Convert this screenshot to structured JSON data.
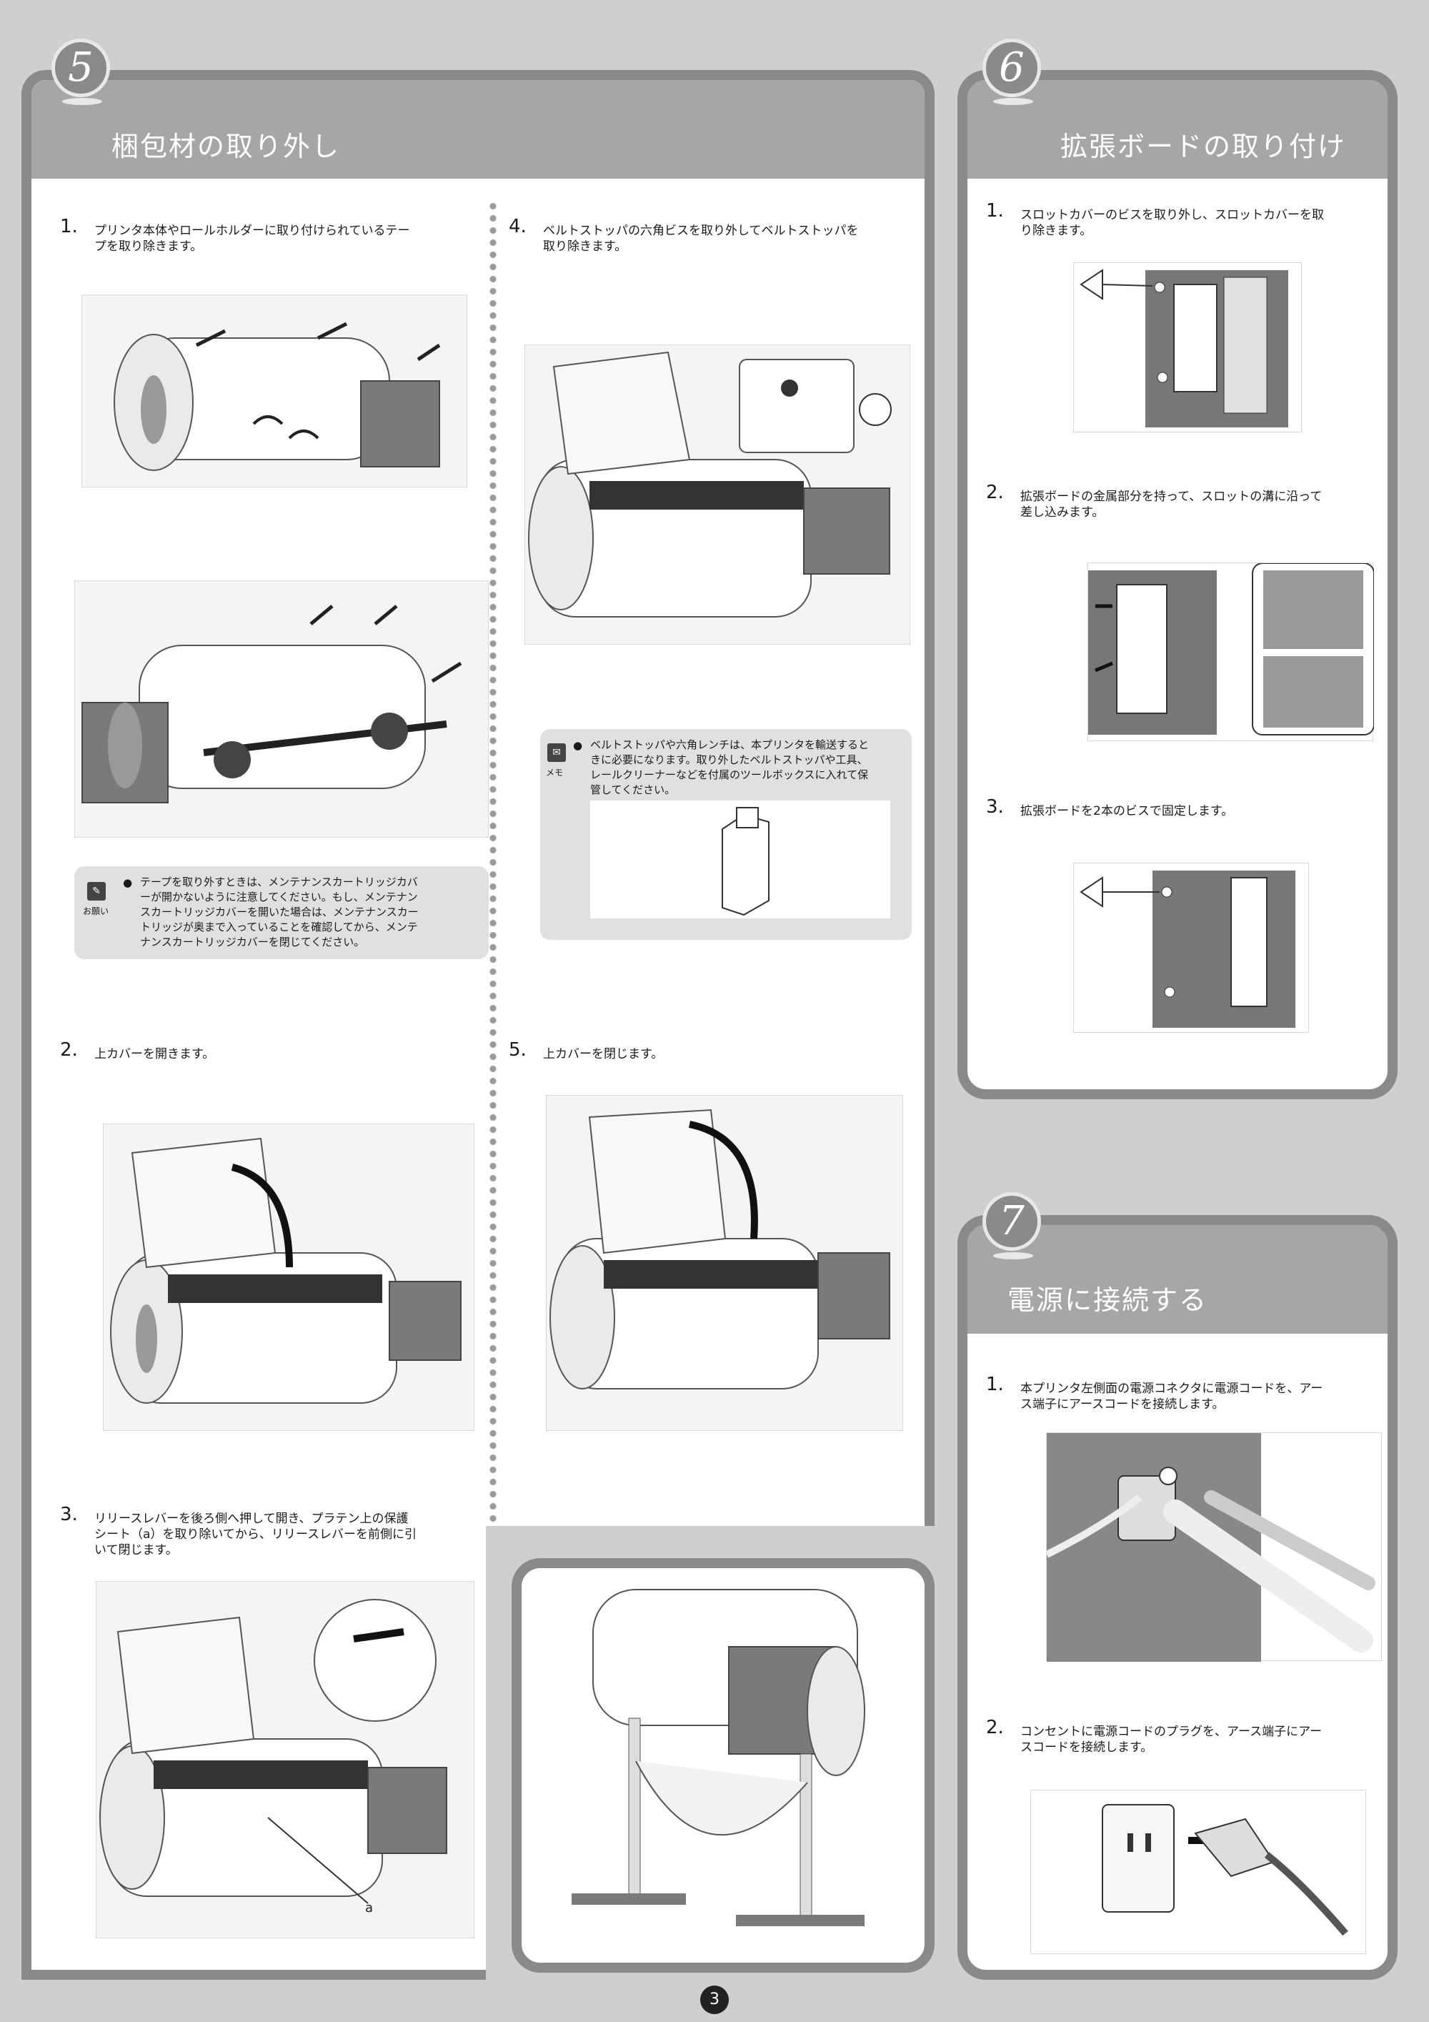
{
  "page_number": "3",
  "sections": {
    "s5": {
      "number": "5",
      "title": "梱包材の取り外し",
      "steps": {
        "s1": {
          "num": "1.",
          "text1": "プリンタ本体やロールホルダーに取り付けられているテー",
          "text2": "プを取り除きます。"
        },
        "s2": {
          "num": "2.",
          "text1": "上カバーを開きます。"
        },
        "s3": {
          "num": "3.",
          "text1": "リリースレバーを後ろ側へ押して開き、プラテン上の保護",
          "text2": "シート（a）を取り除いてから、リリースレバーを前側に引",
          "text3": "いて閉じます。"
        },
        "s4": {
          "num": "4.",
          "text1": "ベルトストッパの六角ビスを取り外してベルトストッパを",
          "text2": "取り除きます。"
        },
        "s5": {
          "num": "5.",
          "text1": "上カバーを閉じます。"
        }
      },
      "note_request": {
        "icon_label": "お願い",
        "lines": [
          "テープを取り外すときは、メンテナンスカートリッジカバ",
          "ーが開かないように注意してください。もし、メンテナン",
          "スカートリッジカバーを開いた場合は、メンテナンスカー",
          "トリッジが奥まで入っていることを確認してから、メンテ",
          "ナンスカートリッジカバーを閉じてください。"
        ]
      },
      "note_memo": {
        "icon_label": "メモ",
        "lines": [
          "ベルトストッパや六角レンチは、本プリンタを輸送すると",
          "きに必要になります。取り外したベルトストッパや工具、",
          "レールクリーナーなどを付属のツールボックスに入れて保",
          "管してください。"
        ]
      },
      "label_a": "a"
    },
    "s6": {
      "number": "6",
      "title": "拡張ボードの取り付け",
      "steps": {
        "s1": {
          "num": "1.",
          "text1": "スロットカバーのビスを取り外し、スロットカバーを取",
          "text2": "り除きます。"
        },
        "s2": {
          "num": "2.",
          "text1": "拡張ボードの金属部分を持って、スロットの溝に沿って",
          "text2": "差し込みます。"
        },
        "s3": {
          "num": "3.",
          "text1": "拡張ボードを2本のビスで固定します。"
        }
      }
    },
    "s7": {
      "number": "7",
      "title": "電源に接続する",
      "steps": {
        "s1": {
          "num": "1.",
          "text1": "本プリンタ左側面の電源コネクタに電源コードを、アー",
          "text2": "ス端子にアースコードを接続します。"
        },
        "s2": {
          "num": "2.",
          "text1": "コンセントに電源コードのプラグを、アース端子にアー",
          "text2": "スコードを接続します。"
        }
      }
    }
  }
}
